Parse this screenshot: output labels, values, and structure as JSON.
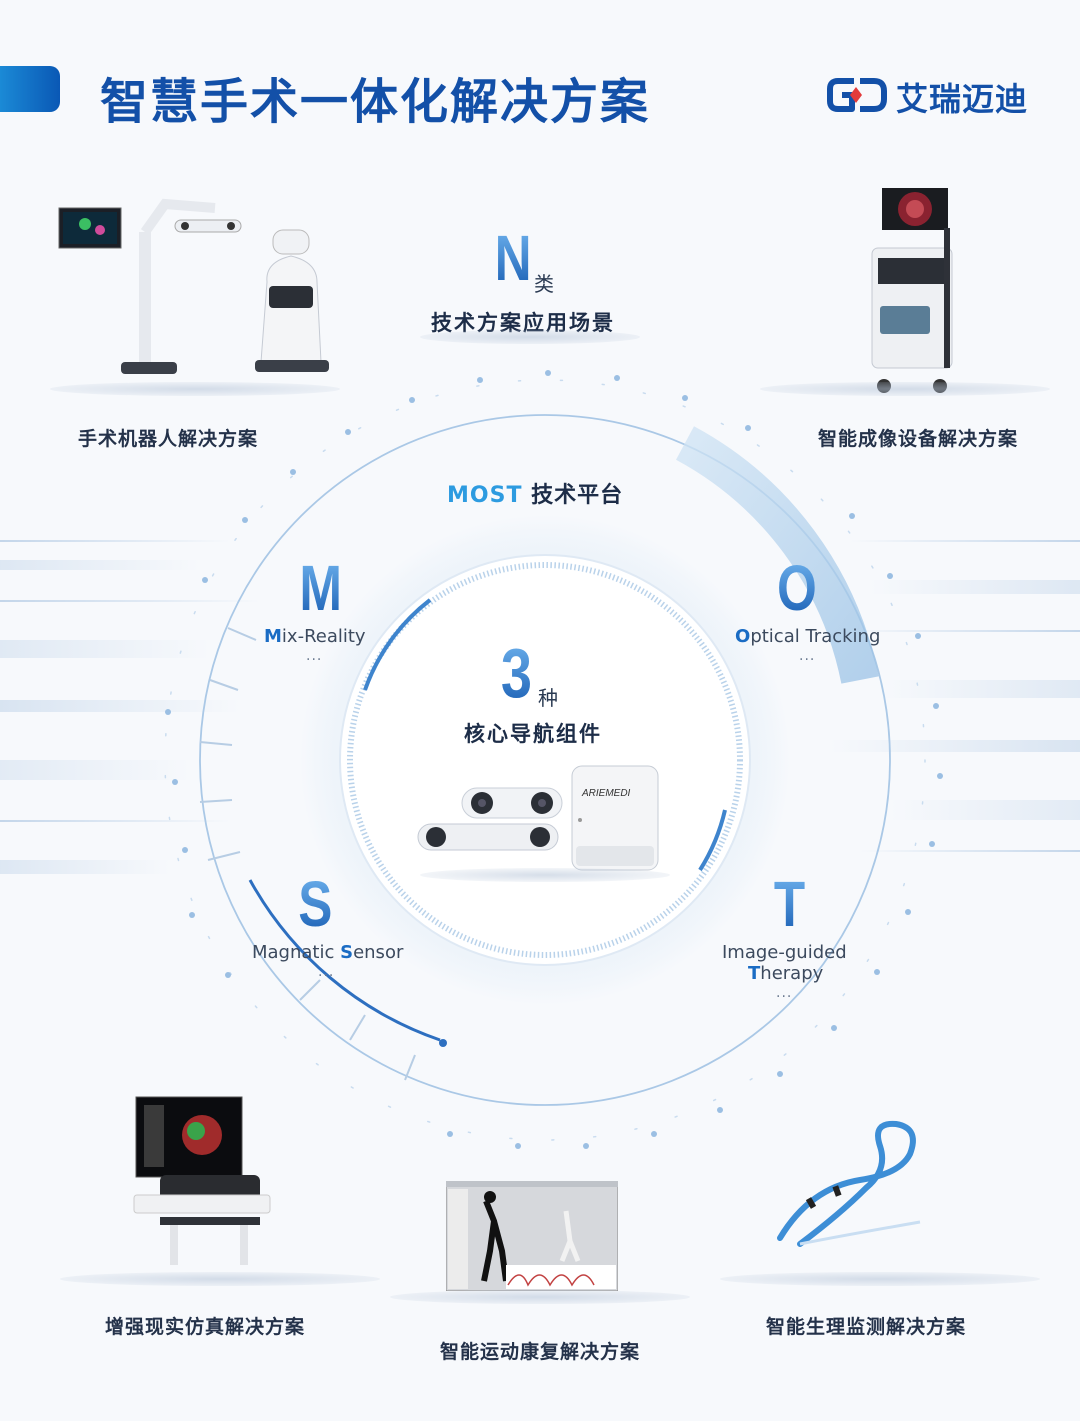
{
  "header": {
    "title": "智慧手术一体化解决方案",
    "brand_name": "艾瑞迈迪",
    "brand_color": "#1350a8"
  },
  "center": {
    "n_letter": "N",
    "n_unit": "类",
    "n_caption": "技术方案应用场景",
    "platform_prefix": "MOST",
    "platform_suffix": "技术平台",
    "three_number": "3",
    "three_unit": "种",
    "three_caption": "核心导航组件",
    "tracker_brand": "ARIEMEDI"
  },
  "components": {
    "m": {
      "letter": "M",
      "label_hl": "M",
      "label_rest": "ix-Reality",
      "more": "..."
    },
    "o": {
      "letter": "O",
      "label_hl": "O",
      "label_rest": "ptical Tracking",
      "more": "..."
    },
    "s": {
      "letter": "S",
      "label_pre": "Magnatic ",
      "label_hl": "S",
      "label_rest": "ensor",
      "more": "..."
    },
    "t": {
      "letter": "T",
      "label_line1": "Image-guided",
      "label_hl": "T",
      "label_rest": "herapy",
      "more": "..."
    }
  },
  "solutions": {
    "robot": "手术机器人解决方案",
    "imaging": "智能成像设备解决方案",
    "ar": "增强现实仿真解决方案",
    "rehab": "智能运动康复解决方案",
    "monitor": "智能生理监测解决方案"
  },
  "colors": {
    "accent": "#2d9be0",
    "ring": "#8fb9e0",
    "dark_blue": "#1350a8"
  }
}
